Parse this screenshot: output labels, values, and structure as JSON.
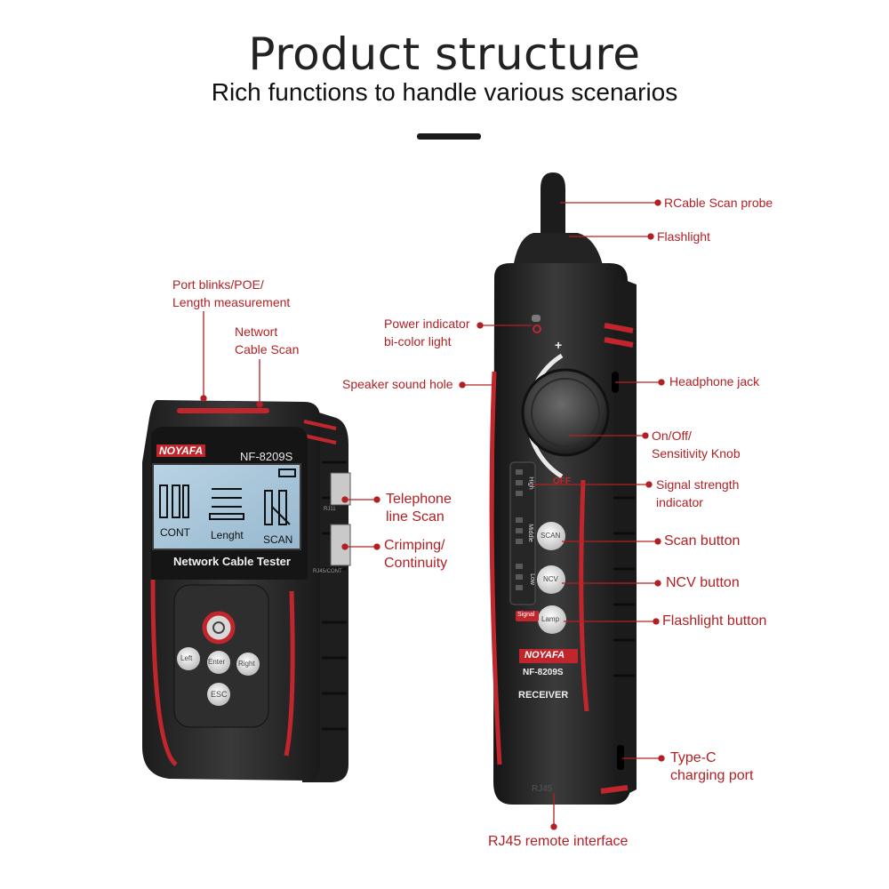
{
  "title": "Product structure",
  "subtitle": "Rich functions to handle various scenarios",
  "colors": {
    "accent": "#b32024",
    "body": "#2a2a2a",
    "dark": "#151515",
    "screen": "#a7c6db"
  },
  "tester": {
    "brand": "NOYAFA",
    "model": "NF-8209S",
    "screen_labels": [
      "CONT",
      "Lenght",
      "SCAN"
    ],
    "panel_label": "Network Cable Tester",
    "buttons": {
      "left": "Left",
      "enter": "Enter",
      "right": "Right",
      "esc": "ESC"
    },
    "side_ports": {
      "rj11": "RJ11",
      "rj45": "RJ45/CONT"
    }
  },
  "receiver": {
    "brand": "NOYAFA",
    "model": "NF-8209S",
    "name": "RECEIVER",
    "knob_plus": "+",
    "knob_off": "OFF",
    "level_labels": [
      "High",
      "Middle",
      "Low"
    ],
    "signal_badge": "Signal",
    "buttons": {
      "scan": "SCAN",
      "ncv": "NCV",
      "lamp": "Lamp"
    },
    "bottom": "RJ45"
  },
  "callouts": {
    "port_blinks": [
      "Port blinks/POE/",
      "Length measurement"
    ],
    "network_scan": [
      "Networt",
      "Cable Scan"
    ],
    "telephone": [
      "Telephone",
      "line Scan"
    ],
    "crimping": [
      "Crimping/",
      "Continuity"
    ],
    "probe": "RCable Scan probe",
    "flashlight": "Flashlight",
    "power_indicator": [
      "Power indicator",
      "bi-color light"
    ],
    "speaker": "Speaker sound hole",
    "headphone": "Headphone jack",
    "onoff": [
      "On/Off/",
      "Sensitivity Knob"
    ],
    "signal_strength": [
      "Signal strength",
      "indicator"
    ],
    "scan_button": "Scan button",
    "ncv_button": "NCV button",
    "flashlight_button": "Flashlight button",
    "typec": [
      "Type-C",
      "charging port"
    ],
    "rj45_remote": "RJ45 remote interface"
  }
}
